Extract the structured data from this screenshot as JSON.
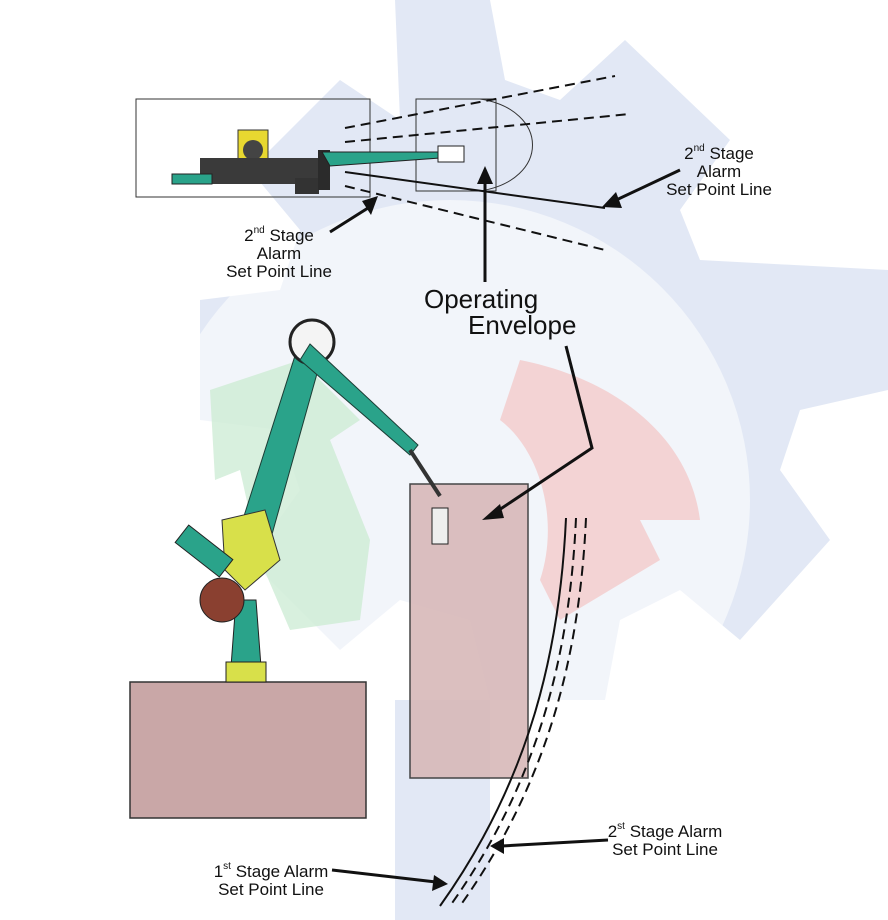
{
  "diagram": {
    "title": "Loading arm operating envelope and alarm set point lines",
    "colors": {
      "watermark": "#dfe6f4",
      "arm_green": "#2aa38a",
      "arm_yellow": "#d8e04a",
      "box_fill": "#c9a7a7",
      "envelope_fill": "#d7b9b9"
    }
  },
  "labels": {
    "top_right_alarm": {
      "sup_num": "2",
      "sup": "nd",
      "line1": "Stage",
      "line2": "Alarm",
      "line3": "Set Point Line"
    },
    "top_left_alarm": {
      "sup_num": "2",
      "sup": "nd",
      "line1": "Stage",
      "line2": "Alarm",
      "line3": "Set Point Line"
    },
    "operating_envelope": {
      "line1": "Operating",
      "line2": "Envelope"
    },
    "bottom_right_alarm": {
      "sup_num": "2",
      "sup": "st",
      "line1": "Stage Alarm",
      "line2": "Set Point Line"
    },
    "bottom_left_alarm": {
      "sup_num": "1",
      "sup": "st",
      "line1": "Stage Alarm",
      "line2": "Set Point Line"
    }
  }
}
